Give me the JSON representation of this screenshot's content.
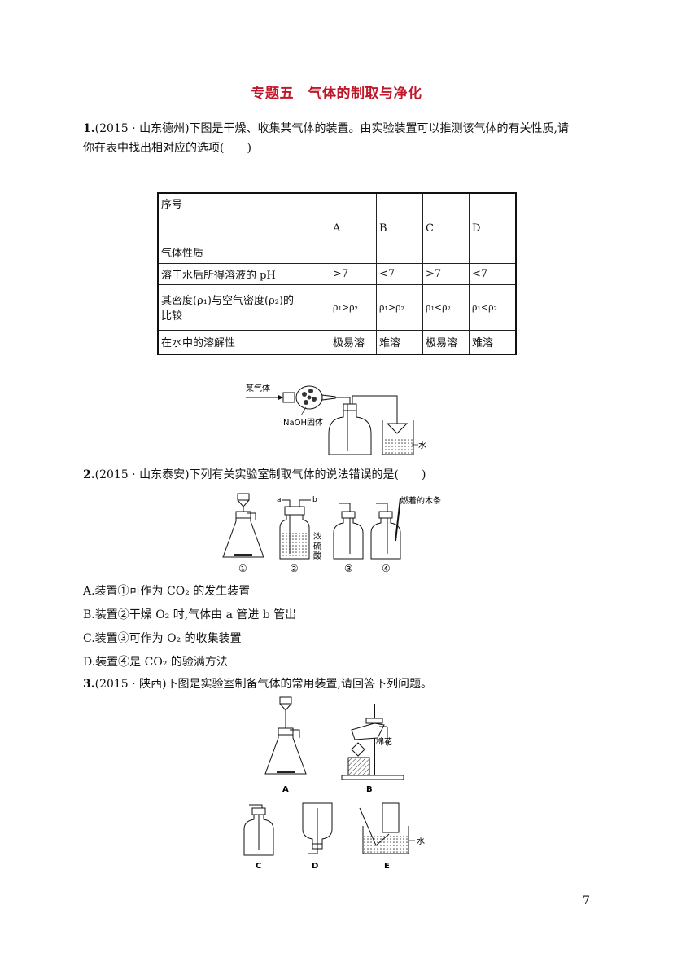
{
  "title": "专题五　气体的制取与净化",
  "q1": {
    "num": "1.",
    "line1": "(2015 · 山东德州)下图是干燥、收集某气体的装置。由实验装置可以推测该气体的有关性质,请",
    "line2": "你在表中找出相对应的选项(　　)",
    "table": {
      "corner_top": "序号",
      "corner_bottom": "气体性质",
      "headers": [
        "A",
        "B",
        "C",
        "D"
      ],
      "rows": [
        {
          "label": "溶于水后所得溶液的 pH",
          "cells": [
            ">7",
            "<7",
            ">7",
            "<7"
          ]
        },
        {
          "label1": "其密度(ρ₁)与空气密度(ρ₂)的",
          "label2": "比较",
          "cells": [
            "ρ₁>ρ₂",
            "ρ₁>ρ₂",
            "ρ₁<ρ₂",
            "ρ₁<ρ₂"
          ]
        },
        {
          "label": "在水中的溶解性",
          "cells": [
            "极易溶",
            "难溶",
            "极易溶",
            "难溶"
          ]
        }
      ]
    },
    "figure": {
      "gas_label": "某气体",
      "solid_label": "NaOH固体",
      "water_label": "水"
    }
  },
  "q2": {
    "num": "2.",
    "text": "(2015 · 山东泰安)下列有关实验室制取气体的说法错误的是(　　)",
    "figure": {
      "a": "a",
      "b": "b",
      "acid": "浓硫酸",
      "stick": "燃着的木条",
      "labels": [
        "①",
        "②",
        "③",
        "④"
      ]
    },
    "options": [
      "A.装置①可作为 CO₂ 的发生装置",
      "B.装置②干燥 O₂ 时,气体由 a 管进 b 管出",
      "C.装置③可作为 O₂ 的收集装置",
      "D.装置④是 CO₂ 的验满方法"
    ]
  },
  "q3": {
    "num": "3.",
    "text": "(2015 · 陕西)下图是实验室制备气体的常用装置,请回答下列问题。",
    "figure": {
      "labels": [
        "A",
        "B",
        "C",
        "D",
        "E"
      ],
      "cotton": "棉花",
      "water": "水"
    }
  },
  "page_number": "7"
}
